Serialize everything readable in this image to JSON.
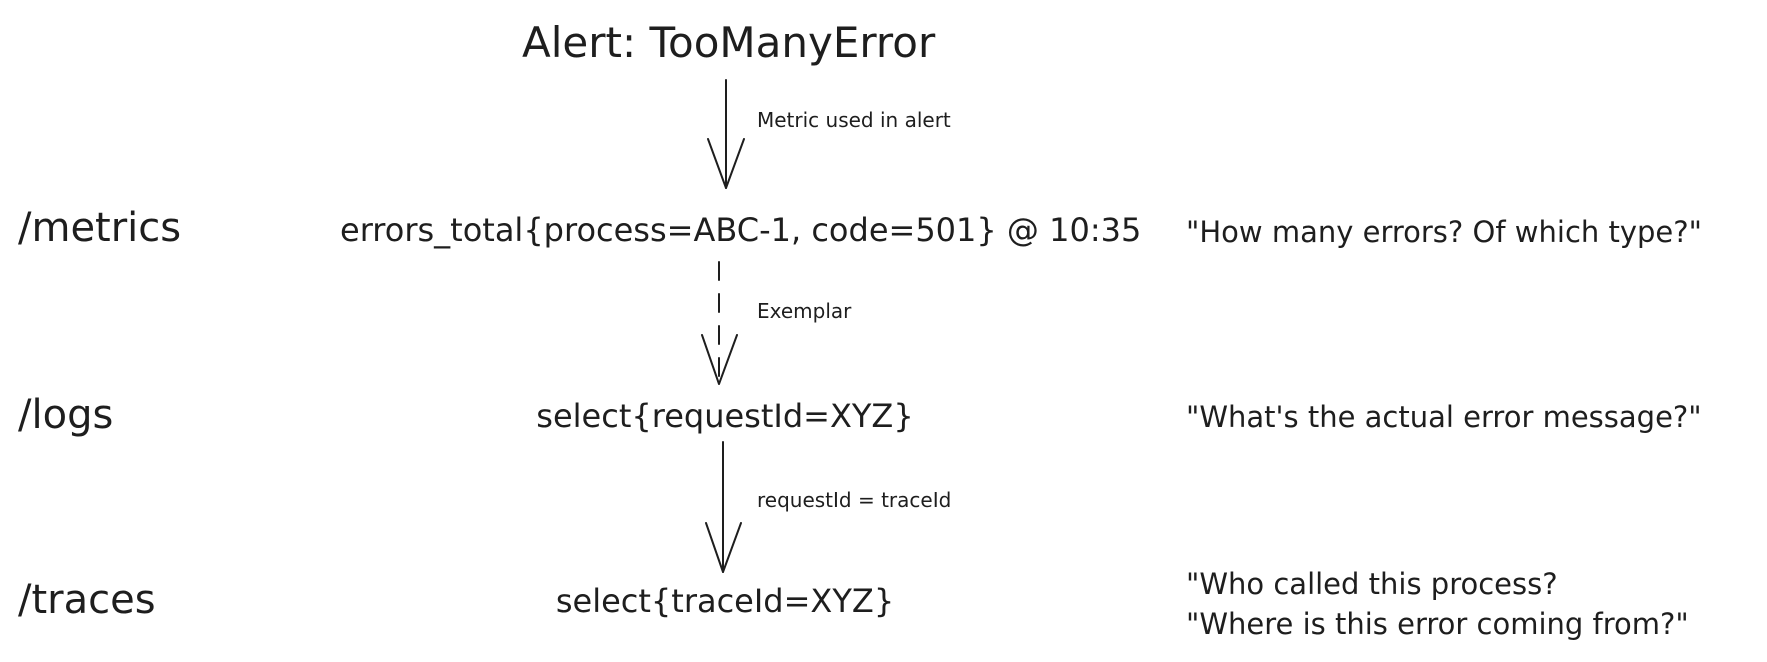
{
  "alert": {
    "title": "Alert: TooManyError"
  },
  "layers": [
    {
      "name": "/metrics",
      "query": "errors_total{process=ABC-1, code=501} @ 10:35",
      "question_lines": [
        "\"How many errors? Of which type?\""
      ]
    },
    {
      "name": "/logs",
      "query": "select{requestId=XYZ}",
      "question_lines": [
        "\"What's the actual error message?\""
      ]
    },
    {
      "name": "/traces",
      "query": "select{traceId=XYZ}",
      "question_lines": [
        "\"Who called this process?",
        "\"Where is this error coming from?\""
      ]
    }
  ],
  "edges": [
    {
      "label": "Metric used in alert",
      "style": "solid"
    },
    {
      "label": "Exemplar",
      "style": "dashed"
    },
    {
      "label": "requestId = traceId",
      "style": "solid"
    }
  ],
  "colors": {
    "ink": "#1e1e1e",
    "background": "#ffffff"
  }
}
